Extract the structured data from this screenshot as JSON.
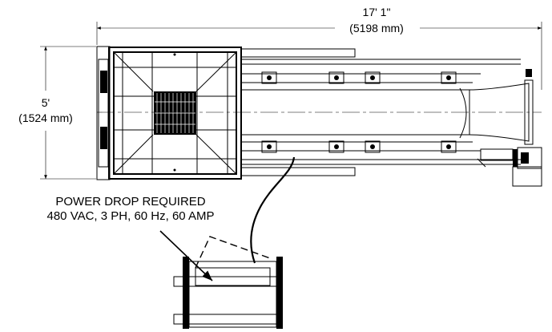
{
  "dimensions": {
    "length_ft": "17' 1\"",
    "length_mm": "(5198 mm)",
    "width_ft": "5'",
    "width_mm": "(1524 mm)"
  },
  "note": {
    "line1": "POWER DROP REQUIRED",
    "line2": "480 VAC, 3 PH, 60 Hz, 60 AMP"
  },
  "colors": {
    "line": "#000000",
    "background": "#ffffff"
  }
}
